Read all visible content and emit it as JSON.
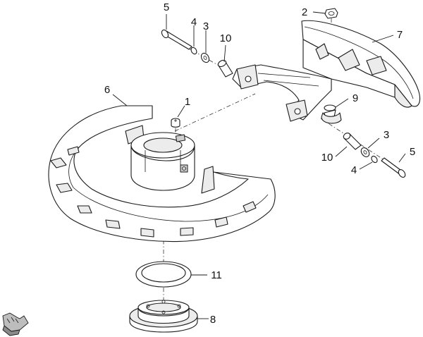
{
  "callouts": [
    {
      "id": "c5a",
      "text": "5"
    },
    {
      "id": "c4a",
      "text": "4"
    },
    {
      "id": "c3a",
      "text": "3"
    },
    {
      "id": "c10a",
      "text": "10"
    },
    {
      "id": "c2",
      "text": "2"
    },
    {
      "id": "c7",
      "text": "7"
    },
    {
      "id": "c6",
      "text": "6"
    },
    {
      "id": "c1",
      "text": "1"
    },
    {
      "id": "c9",
      "text": "9"
    },
    {
      "id": "c3b",
      "text": "3"
    },
    {
      "id": "c5b",
      "text": "5"
    },
    {
      "id": "c10b",
      "text": "10"
    },
    {
      "id": "c4b",
      "text": "4"
    },
    {
      "id": "c11",
      "text": "11"
    },
    {
      "id": "c8",
      "text": "8"
    }
  ]
}
